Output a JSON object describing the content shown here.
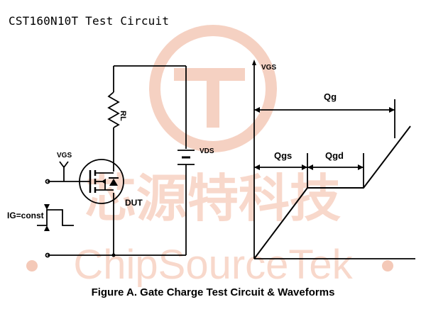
{
  "title": "CST160N10T Test Circuit",
  "caption": "Figure A. Gate Charge Test Circuit & Waveforms",
  "circuit": {
    "vgs_label": "VGS",
    "rl_label": "RL",
    "vds_label": "VDS",
    "dut_label": "DUT",
    "ig_label": "IG=const"
  },
  "waveform": {
    "vgs_axis_label": "VGS",
    "qg_label": "Qg",
    "qgs_label": "Qgs",
    "qgd_label": "Qgd"
  },
  "watermark": {
    "chinese_text": "芯源特科技",
    "latin_text": "ChipSourceTek"
  },
  "colors": {
    "line": "#000000",
    "watermark": "#f4c9b8"
  }
}
